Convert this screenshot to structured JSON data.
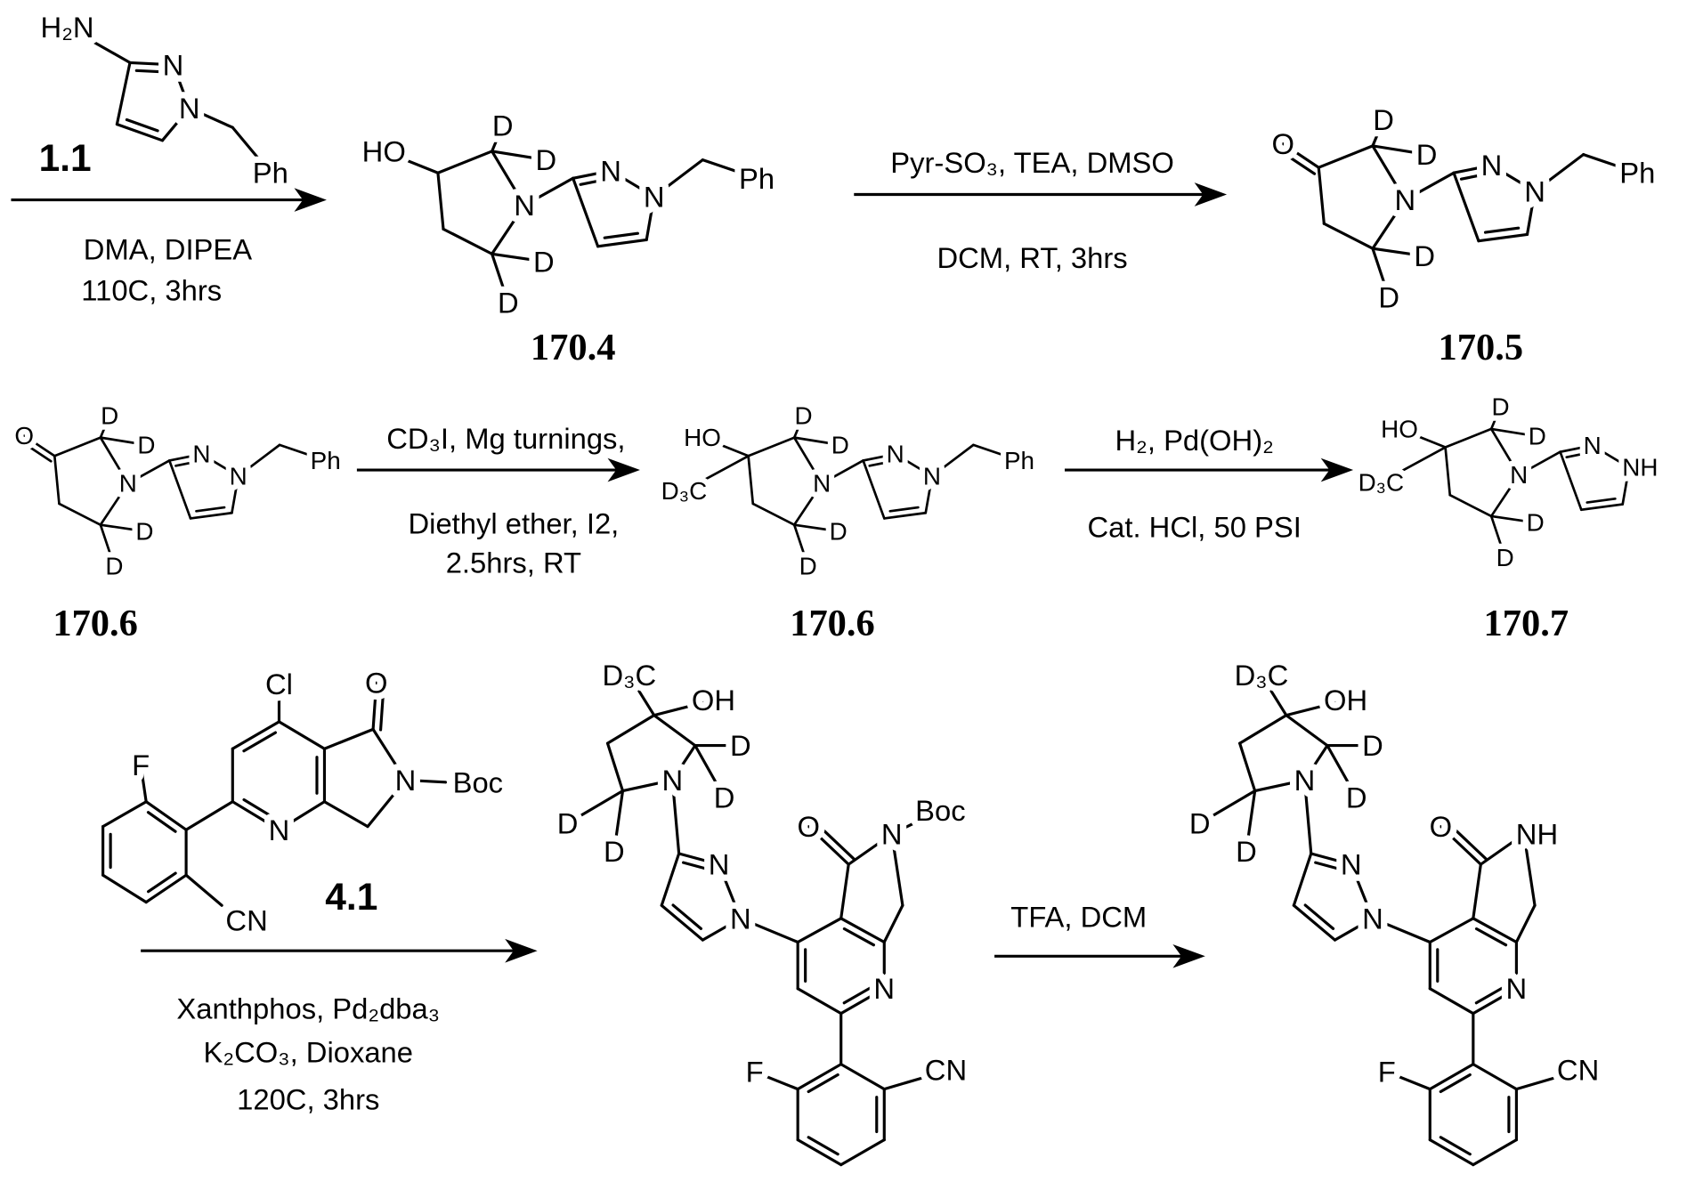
{
  "reagents": {
    "step1": [
      "DMA, DIPEA",
      "110C, 3hrs"
    ],
    "step2_above": "Pyr-SO₃, TEA, DMSO",
    "step2_below": "DCM, RT, 3hrs",
    "step3_above": "CD₃I, Mg turnings,",
    "step3_below": [
      "Diethyl ether, I2,",
      "2.5hrs, RT"
    ],
    "step4_above": "H₂, Pd(OH)₂",
    "step4_below": "Cat. HCl, 50 PSI",
    "step5_below": [
      "Xanthphos, Pd₂dba₃",
      "K₂CO₃, Dioxane",
      "120C, 3hrs"
    ],
    "step6_above": "TFA, DCM"
  },
  "compounds": {
    "c1_1": "1.1",
    "c170_4": "170.4",
    "c170_5": "170.5",
    "c170_6a": "170.6",
    "c170_6b": "170.6",
    "c170_7": "170.7",
    "c4_1": "4.1"
  },
  "atom_labels": {
    "H2N": "H₂N",
    "N": "N",
    "Ph": "Ph",
    "HO": "HO",
    "OH": "OH",
    "O": "O",
    "D": "D",
    "D3C": "D₃C",
    "NH": "NH",
    "Cl": "Cl",
    "F": "F",
    "CN": "CN",
    "Boc": "Boc"
  }
}
